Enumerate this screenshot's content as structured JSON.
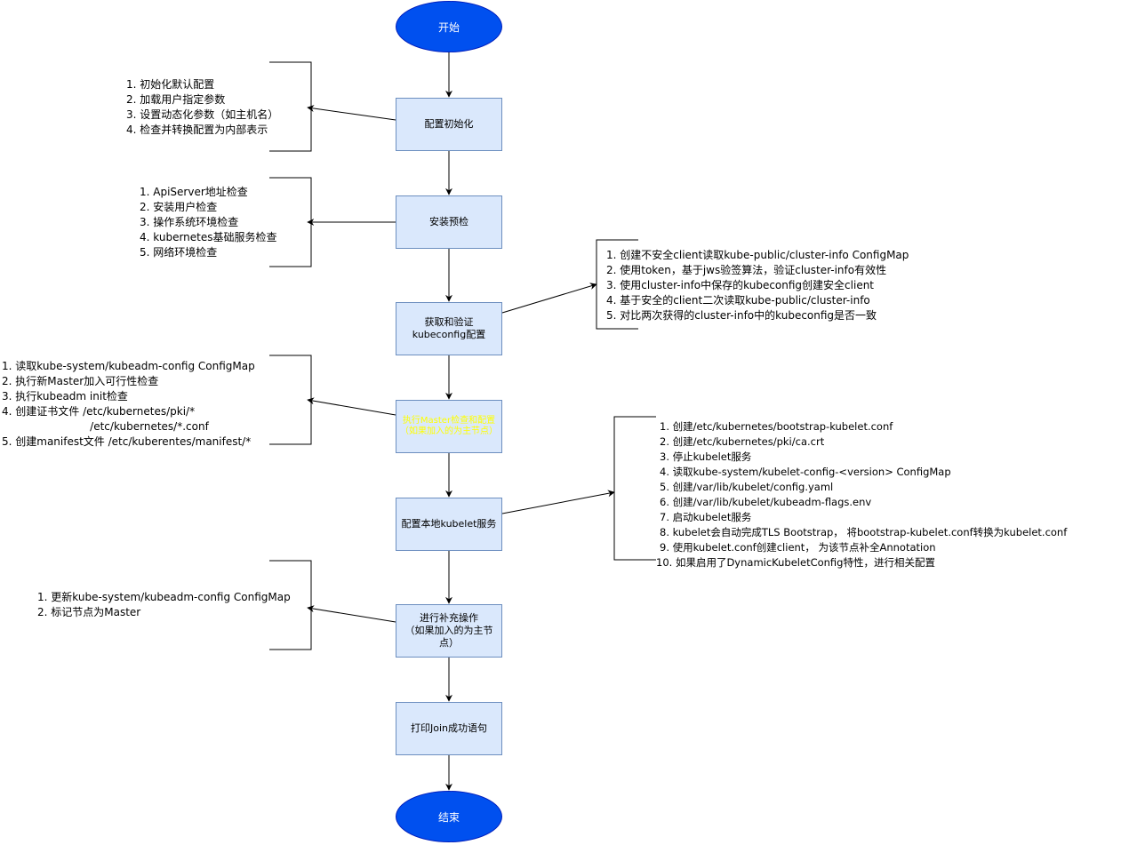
{
  "nodes": {
    "start": "开始",
    "config_init": "配置初始化",
    "preflight": "安装预检",
    "get_kubeconfig": "获取和验证\nkubeconfig配置",
    "master_check": "执行Master检查和配置（如果加入的为主节点）",
    "kubelet": "配置本地kubelet服务",
    "supplement": "进行补充操作\n（如果加入的为主节\n点）",
    "print_join": "打印Join成功语句",
    "end": "结束"
  },
  "notes": {
    "config_init": [
      "1. 初始化默认配置",
      "2. 加载用户指定参数",
      "3. 设置动态化参数（如主机名）",
      "4. 检查并转换配置为内部表示"
    ],
    "preflight": [
      "1. ApiServer地址检查",
      "2. 安装用户检查",
      "3. 操作系统环境检查",
      "4. kubernetes基础服务检查",
      "5. 网络环境检查"
    ],
    "kubeconfig": [
      "1. 创建不安全client读取kube-public/cluster-info ConfigMap",
      "2. 使用token，基于jws验签算法，验证cluster-info有效性",
      "3. 使用cluster-info中保存的kubeconfig创建安全client",
      "4. 基于安全的client二次读取kube-public/cluster-info",
      "5. 对比两次获得的cluster-info中的kubeconfig是否一致"
    ],
    "master": [
      "1. 读取kube-system/kubeadm-config ConfigMap",
      "2. 执行新Master加入可行性检查",
      "3. 执行kubeadm init检查",
      "4. 创建证书文件 /etc/kubernetes/pki/*",
      "                          /etc/kubernetes/*.conf",
      "5. 创建manifest文件 /etc/kuberentes/manifest/*"
    ],
    "kubelet": [
      "1. 创建/etc/kubernetes/bootstrap-kubelet.conf",
      "2. 创建/etc/kubernetes/pki/ca.crt",
      "3. 停止kubelet服务",
      "4. 读取kube-system/kubelet-config-<version> ConfigMap",
      "5. 创建/var/lib/kubelet/config.yaml",
      "6. 创建/var/lib/kubelet/kubeadm-flags.env",
      "7. 启动kubelet服务",
      "8. kubelet会自动完成TLS Bootstrap， 将bootstrap-kubelet.conf转换为kubelet.conf",
      "9. 使用kubelet.conf创建client， 为该节点补全Annotation",
      "10. 如果启用了DynamicKubeletConfig特性，进行相关配置"
    ],
    "supplement": [
      "1. 更新kube-system/kubeadm-config ConfigMap",
      "2. 标记节点为Master"
    ]
  },
  "colors": {
    "terminal_fill": "#0050ef",
    "process_fill": "#dae8fc",
    "process_stroke": "#6c8ebf",
    "highlight_text": "#ffff00"
  }
}
